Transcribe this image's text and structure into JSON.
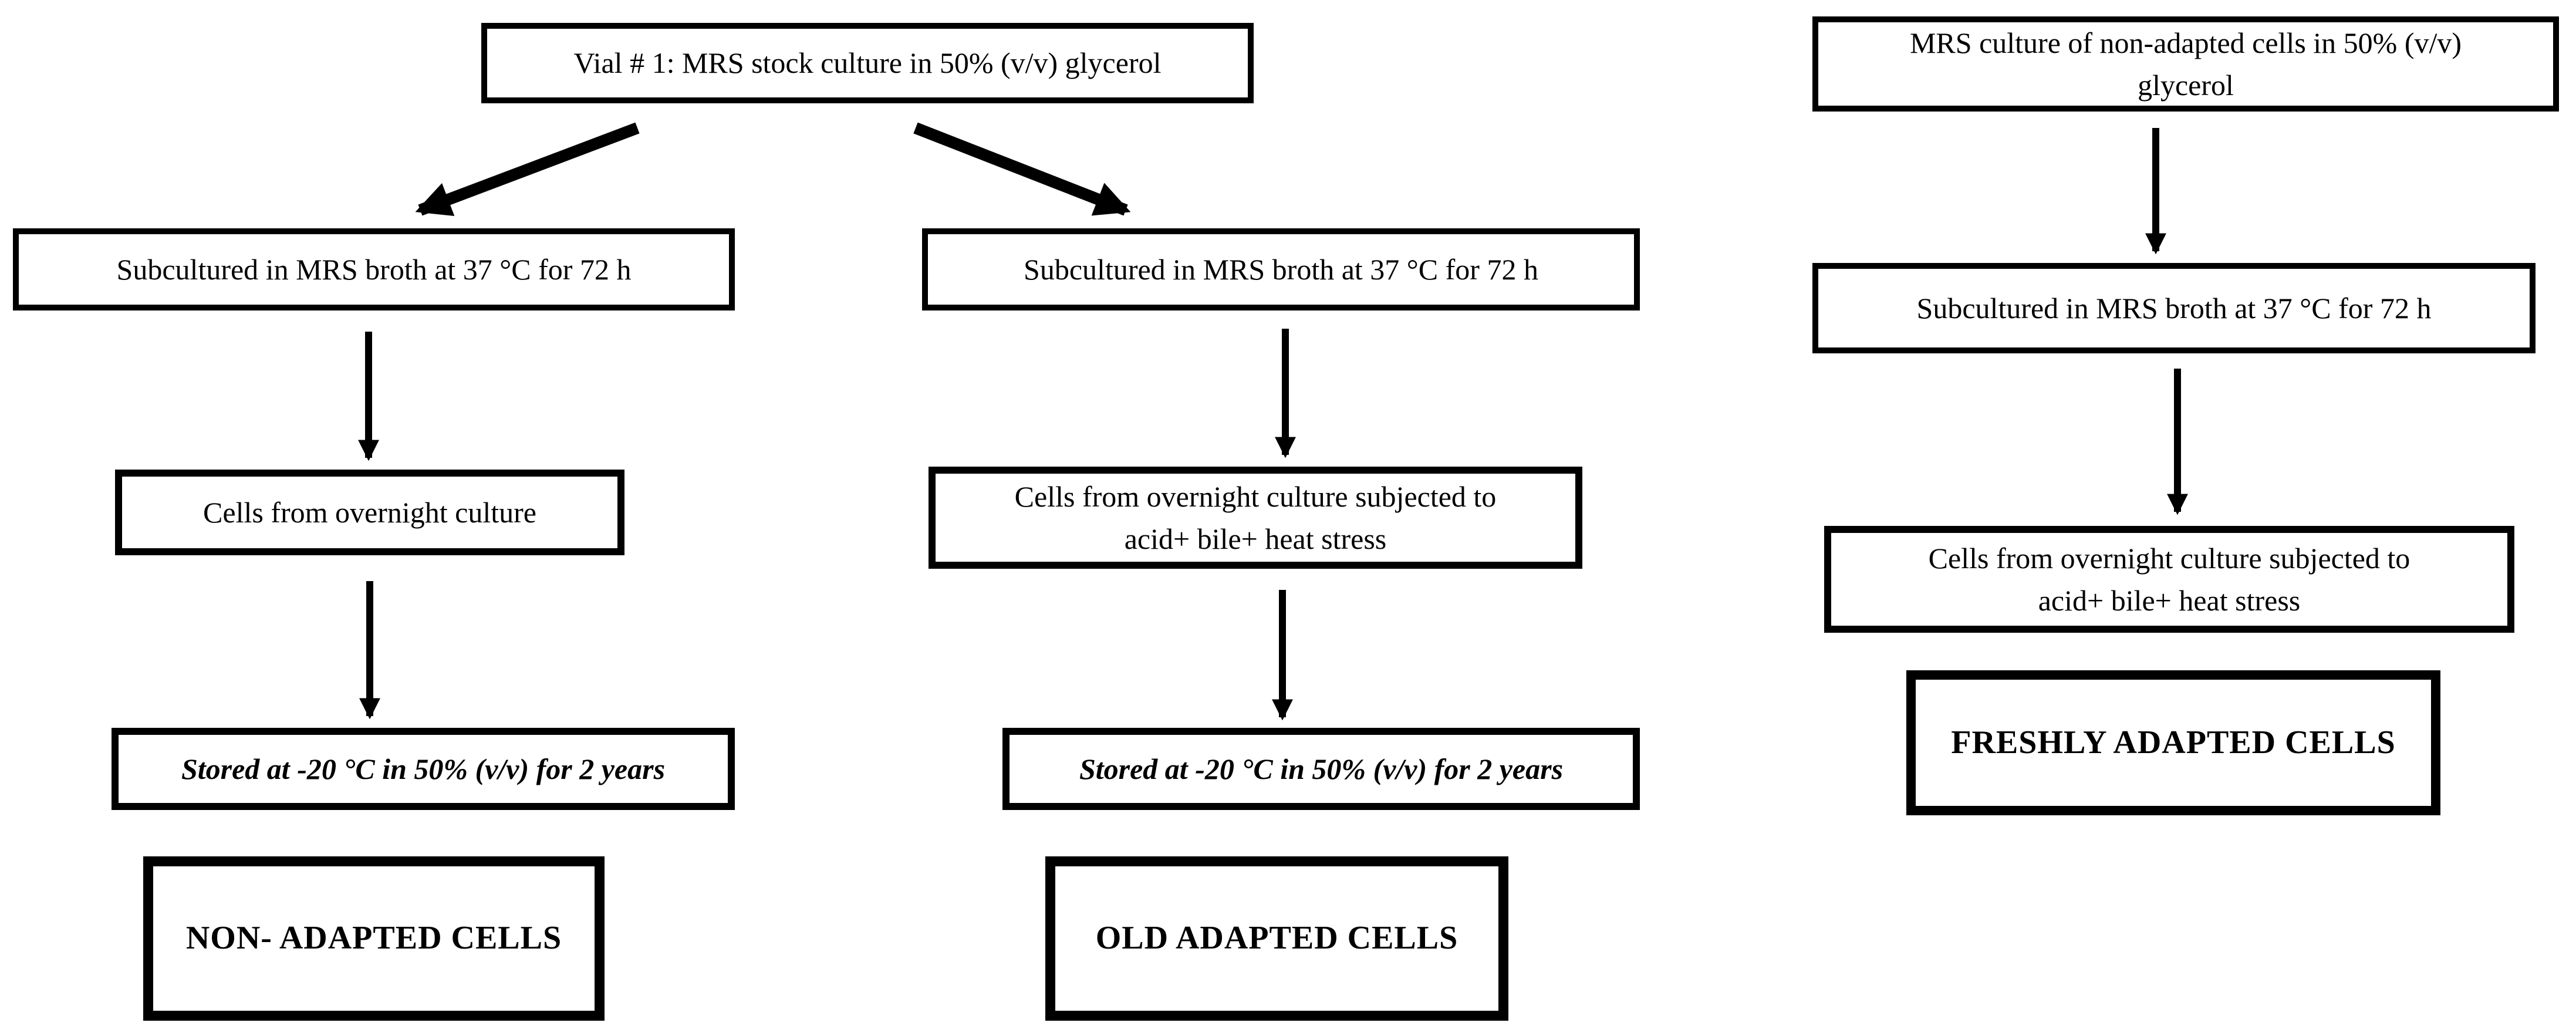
{
  "meta": {
    "background_color": "#ffffff",
    "line_color": "#000000",
    "diagram_type": "flowchart"
  },
  "flowchart": {
    "root": {
      "label": "Vial # 1: MRS stock culture in 50% (v/v) glycerol"
    },
    "left_branch": {
      "subcultured": "Subcultured in MRS broth at 37 °C for 72 h",
      "cells": "Cells from overnight culture",
      "stored": "Stored at -20 °C in 50% (v/v) for 2 years",
      "result": "NON- ADAPTED CELLS"
    },
    "middle_branch": {
      "subcultured": "Subcultured in MRS broth at 37 °C for 72 h",
      "cells": "Cells from overnight culture subjected to\nacid+ bile+ heat stress",
      "stored": "Stored at -20 °C in 50% (v/v) for 2 years",
      "result": "OLD ADAPTED CELLS"
    },
    "right_branch": {
      "source": "MRS culture of non-adapted cells in 50% (v/v)\nglycerol",
      "subcultured": "Subcultured in MRS broth at 37 °C for 72 h",
      "cells": "Cells from overnight culture subjected to\nacid+ bile+ heat stress",
      "result": "FRESHLY ADAPTED CELLS"
    }
  }
}
